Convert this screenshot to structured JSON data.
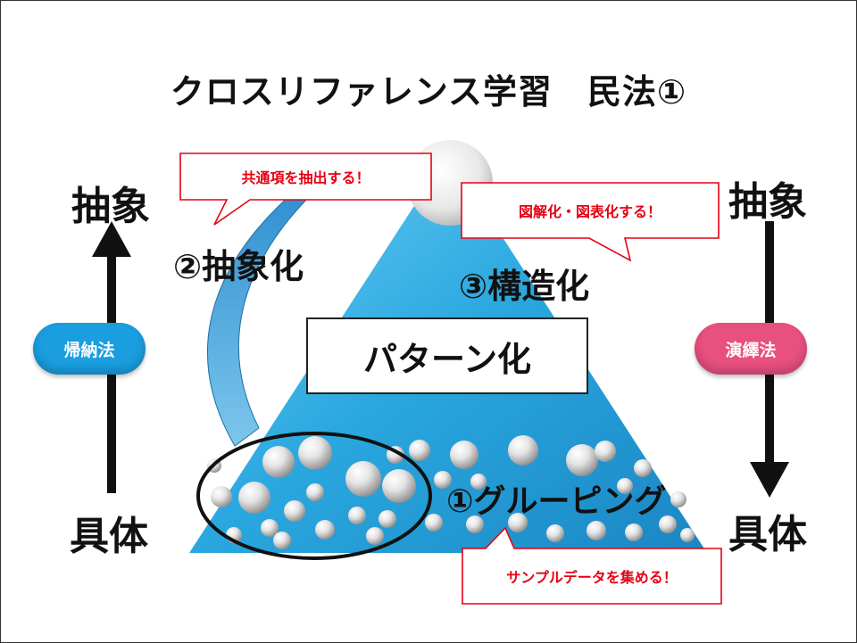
{
  "title": "クロスリファレンス学習　民法①",
  "left": {
    "top_label": "抽象",
    "bottom_label": "具体",
    "method_pill": "帰納法",
    "pill_color": "#1a9ee0"
  },
  "right": {
    "top_label": "抽象",
    "bottom_label": "具体",
    "method_pill": "演繹法",
    "pill_color": "#e8507f"
  },
  "steps": {
    "grouping": "①グルーピング",
    "abstraction": "②抽象化",
    "structuring": "③構造化"
  },
  "pattern_box": "パターン化",
  "callouts": {
    "abstraction": "共通項を抽出する！",
    "structuring": "図解化・図表化する！",
    "grouping": "サンプルデータを集める！"
  },
  "colors": {
    "pyramid": "#2aa7df",
    "callout_border": "#e60012",
    "sphere": "#d8d8d8"
  }
}
